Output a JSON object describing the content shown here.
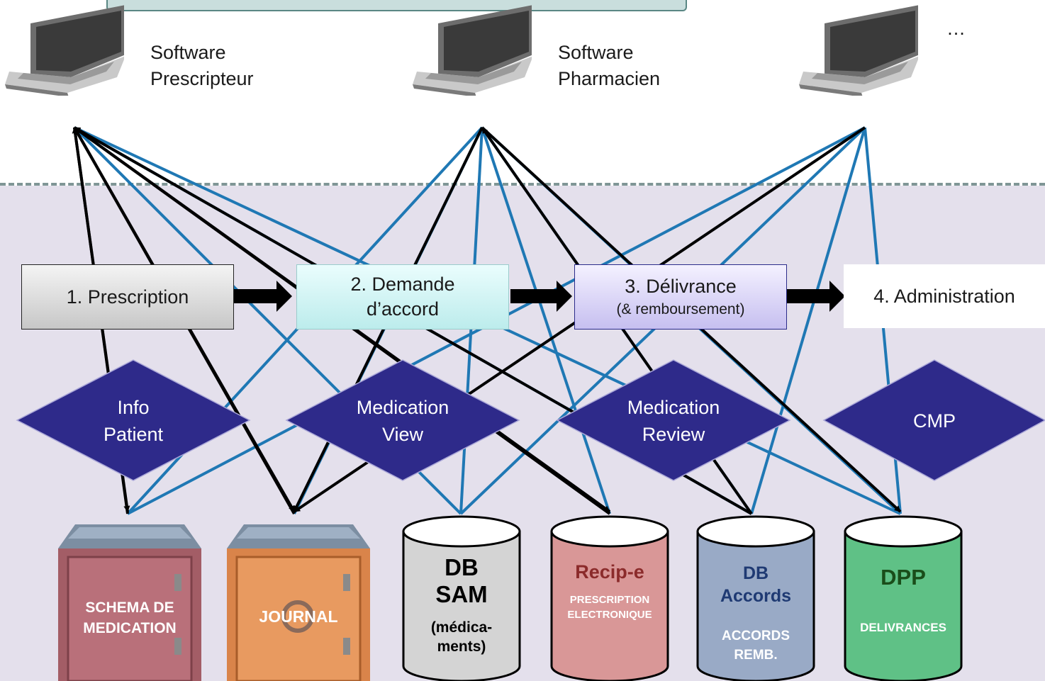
{
  "software": {
    "prescripteur": "Software\nPrescripteur",
    "pharmacien": "Software\nPharmacien",
    "other": "…"
  },
  "flow": {
    "step1": "1. Prescription",
    "step2": "2. Demande\nd’accord",
    "step3_title": "3. Délivrance",
    "step3_sub": "(& remboursement)",
    "step4": "4. Administration"
  },
  "services": {
    "info_patient": "Info\nPatient",
    "medication_view": "Medication\nView",
    "medication_review": "Medication\nReview",
    "cmp": "CMP"
  },
  "stores": {
    "schema": "SCHEMA DE\nMEDICATION",
    "journal": "JOURNAL",
    "db_sam_title": "DB\nSAM",
    "db_sam_sub": "(médica-\nments)",
    "recipe_title": "Recip-e",
    "recipe_sub": "PRESCRIPTION\nELECTRONIQUE",
    "accords_title": "DB\nAccords",
    "accords_sub": "ACCORDS\nREMB.",
    "dpp_title": "DPP",
    "dpp_sub": "DELIVRANCES"
  },
  "colors": {
    "navy": "#2e2a8a",
    "blue_line": "#1f78b4",
    "black_line": "#000000",
    "zone": "#e4e0ec"
  }
}
